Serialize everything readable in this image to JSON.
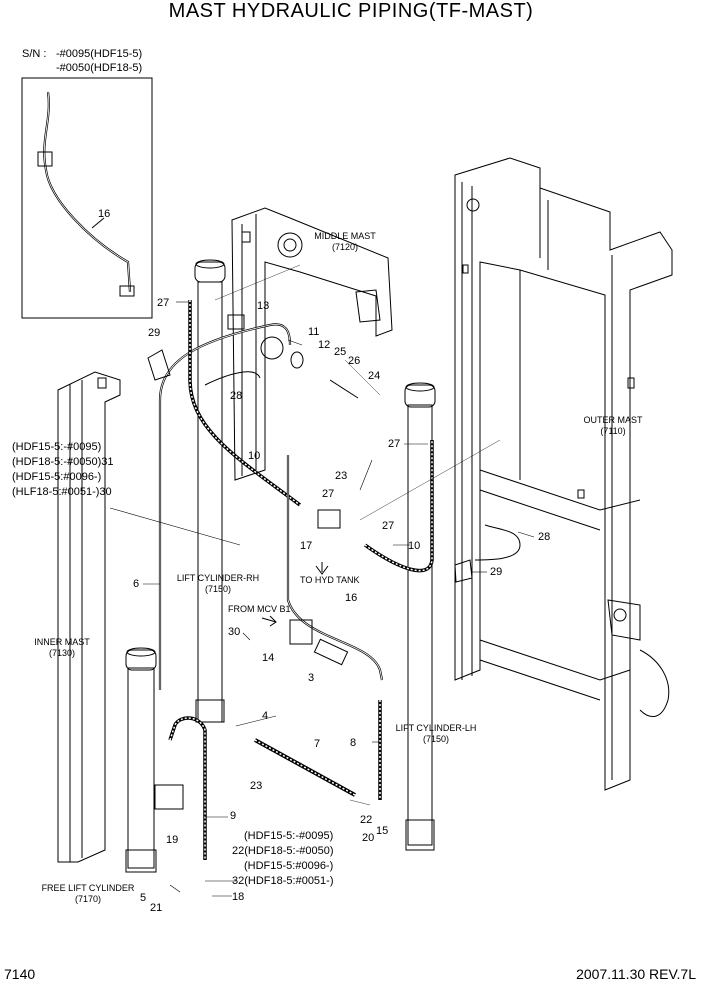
{
  "title": "MAST HYDRAULIC PIPING(TF-MAST)",
  "serial_box": {
    "label": "S/N :",
    "line1": "-#0095(HDF15-5)",
    "line2": "-#0050(HDF18-5)",
    "part": "16"
  },
  "assemblies": {
    "middle_mast": "MIDDLE MAST",
    "middle_mast_code": "(7120)",
    "outer_mast": "OUTER MAST",
    "outer_mast_code": "(7110)",
    "inner_mast": "INNER MAST",
    "inner_mast_code": "(7130)",
    "lift_cyl_rh": "LIFT CYLINDER-RH",
    "lift_cyl_rh_code": "(7150)",
    "lift_cyl_lh": "LIFT CYLINDER-LH",
    "lift_cyl_lh_code": "(7150)",
    "free_lift": "FREE LIFT CYLINDER",
    "free_lift_code": "(7170)",
    "to_hyd_tank": "TO HYD TANK",
    "from_mcv": "FROM MCV B1"
  },
  "callouts_left": {
    "l1": "(HDF15-5:-#0095)",
    "l2": "(HDF18-5:-#0050)31",
    "l3": "(HDF15-5:#0096-)",
    "l4": "(HLF18-5:#0051-)30"
  },
  "callouts_bottom": {
    "b1": "(HDF15-5:-#0095)",
    "b2": "22(HDF18-5:-#0050)",
    "b3": "(HDF15-5:#0096-)",
    "b4": "32(HDF18-5:#0051-)"
  },
  "parts": {
    "p27a": "27",
    "p13": "13",
    "p29a": "29",
    "p11": "11",
    "p12": "12",
    "p25": "25",
    "p26": "26",
    "p24": "24",
    "p28a": "28",
    "p10a": "10",
    "p27b": "27",
    "p23a": "23",
    "p27c": "27",
    "p27d": "27",
    "p17": "17",
    "p10b": "10",
    "p28b": "28",
    "p29b": "29",
    "p6": "6",
    "p16": "16",
    "p30": "30",
    "p14": "14",
    "p3": "3",
    "p4": "4",
    "p7": "7",
    "p8": "8",
    "p23b": "23",
    "p9": "9",
    "p19": "19",
    "p22": "22",
    "p15": "15",
    "p20": "20",
    "p5": "5",
    "p21": "21",
    "p18": "18"
  },
  "footer": {
    "page": "7140",
    "date_rev": "2007.11.30  REV.7L"
  }
}
